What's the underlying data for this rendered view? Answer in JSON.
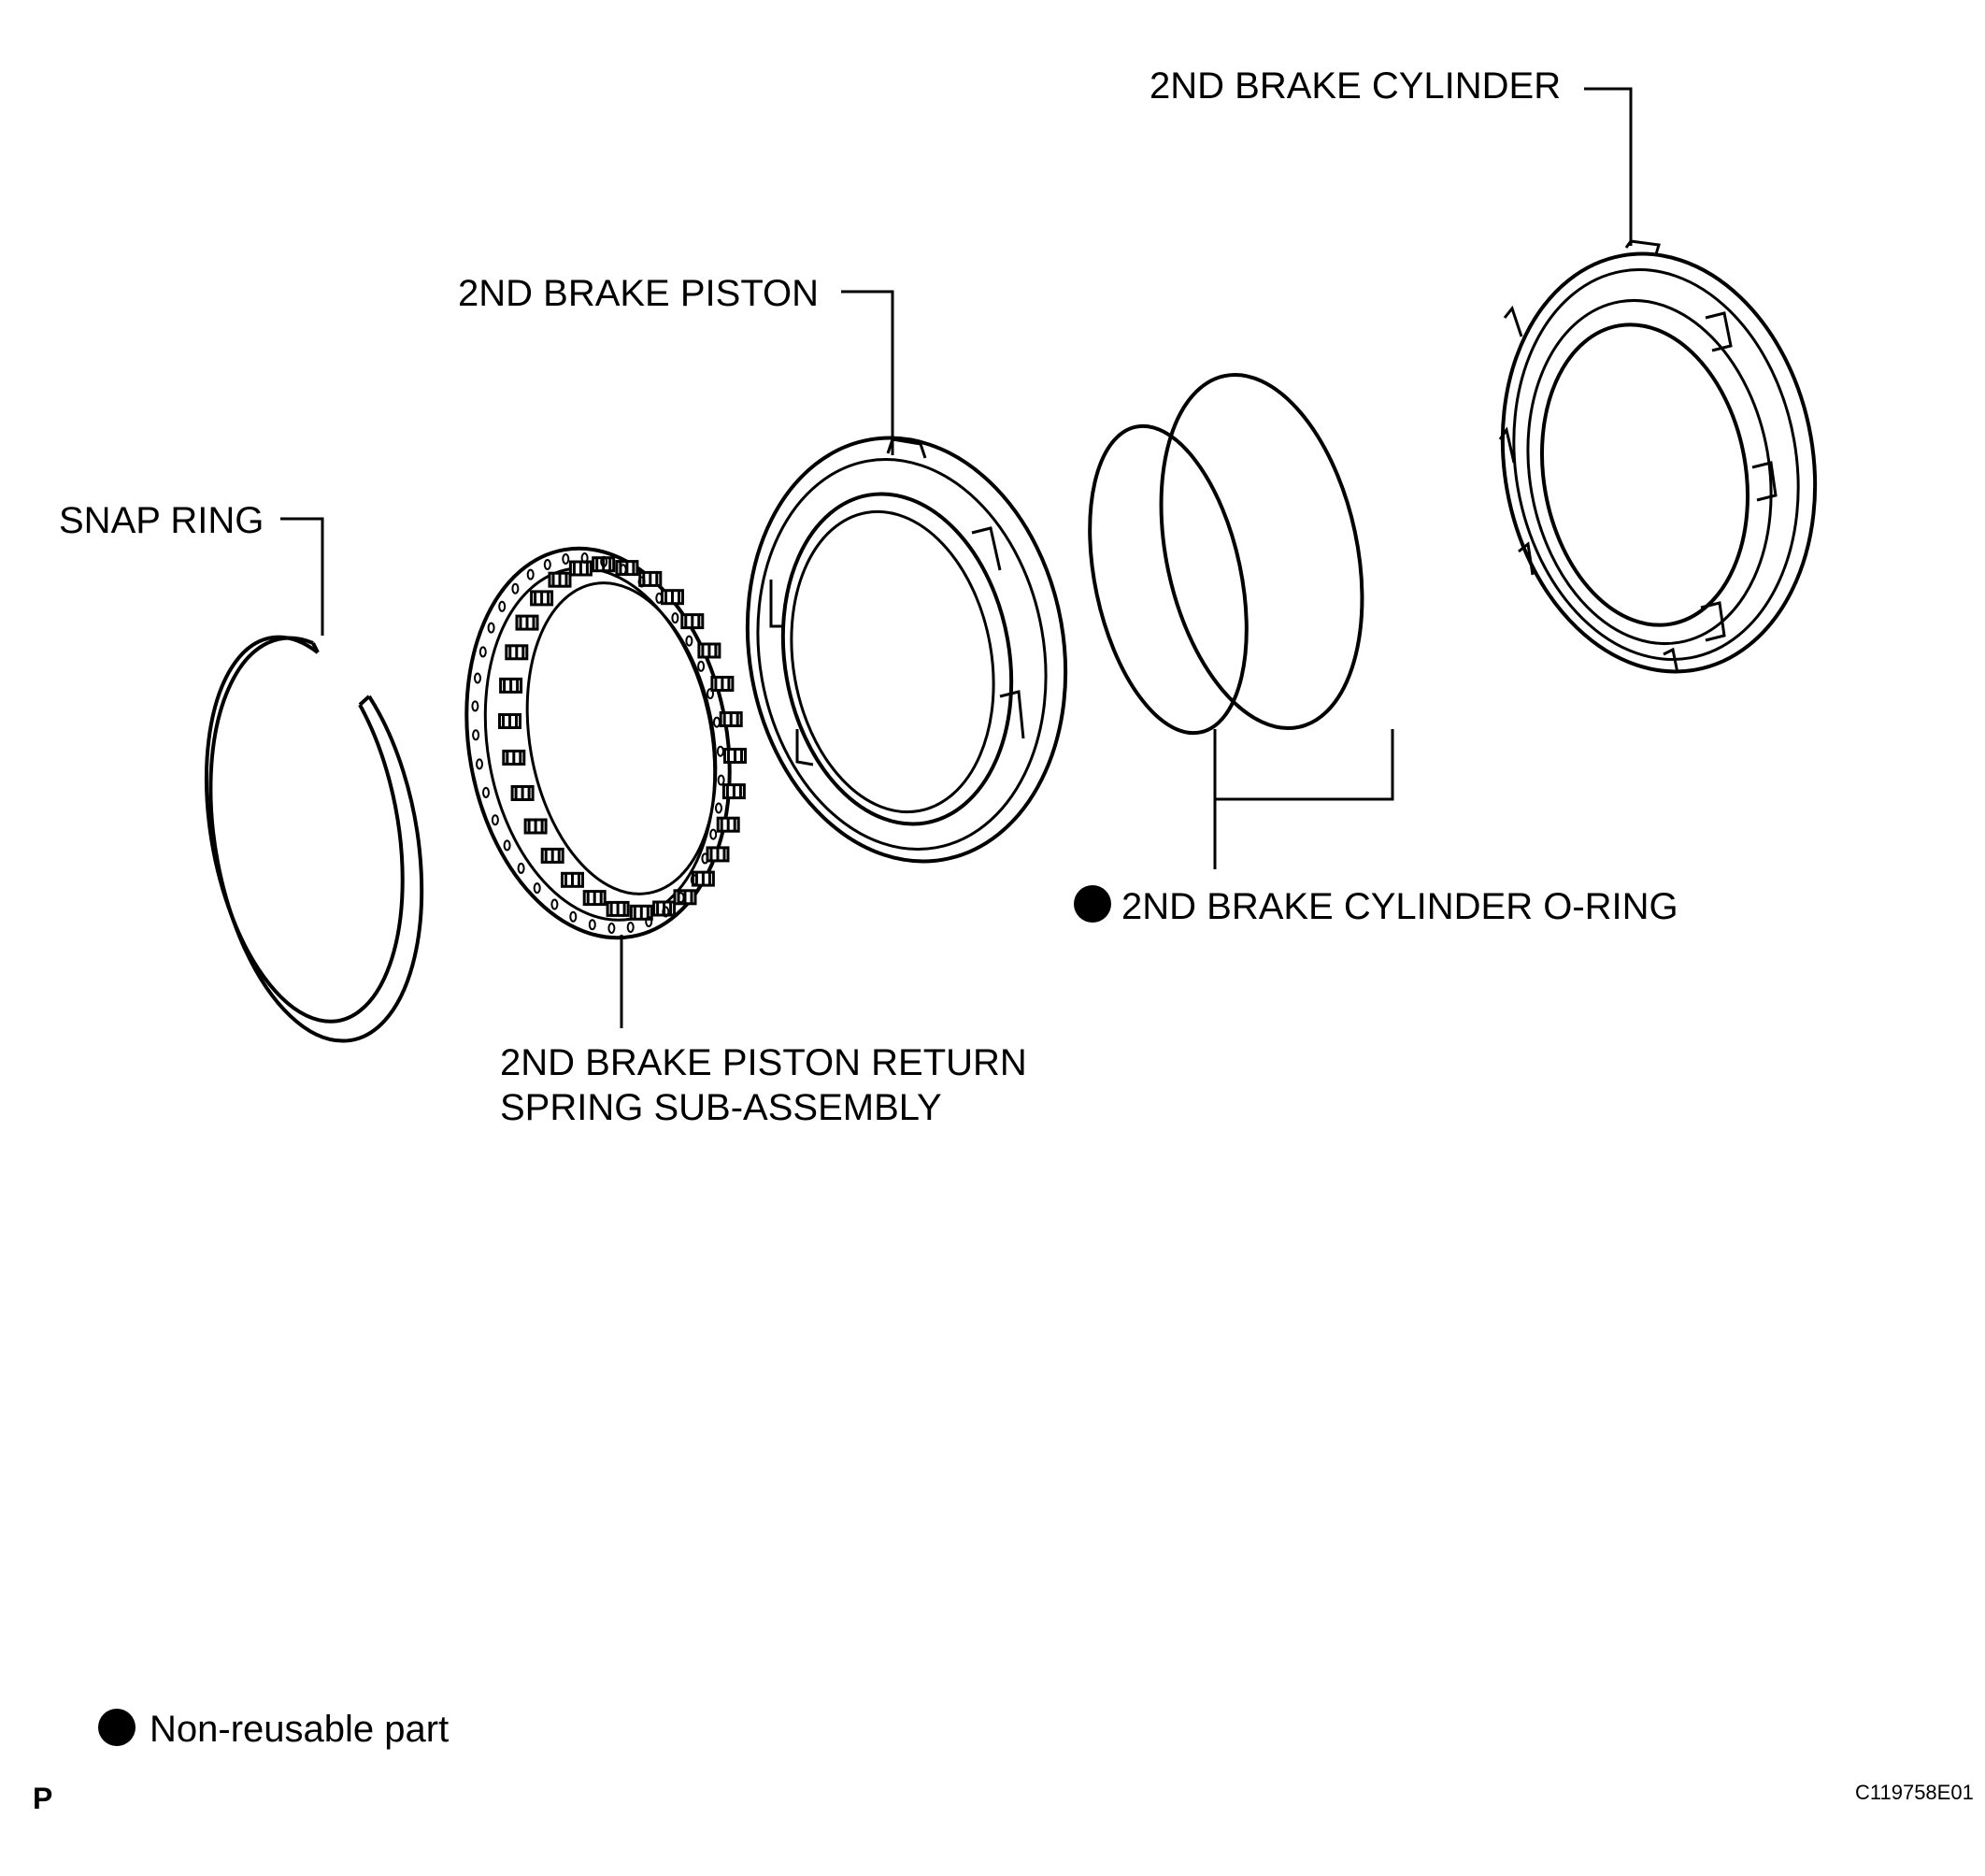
{
  "labels": {
    "snap_ring": "SNAP RING",
    "return_spring_line1": "2ND BRAKE PISTON RETURN",
    "return_spring_line2": "SPRING SUB-ASSEMBLY",
    "piston": "2ND BRAKE PISTON",
    "o_ring": "2ND BRAKE CYLINDER O-RING",
    "cylinder": "2ND BRAKE CYLINDER"
  },
  "legend": {
    "text": "Non-reusable part",
    "marker_icon": "filled-circle-icon"
  },
  "footer": {
    "page_letter": "P",
    "figure_code": "C119758E01"
  }
}
